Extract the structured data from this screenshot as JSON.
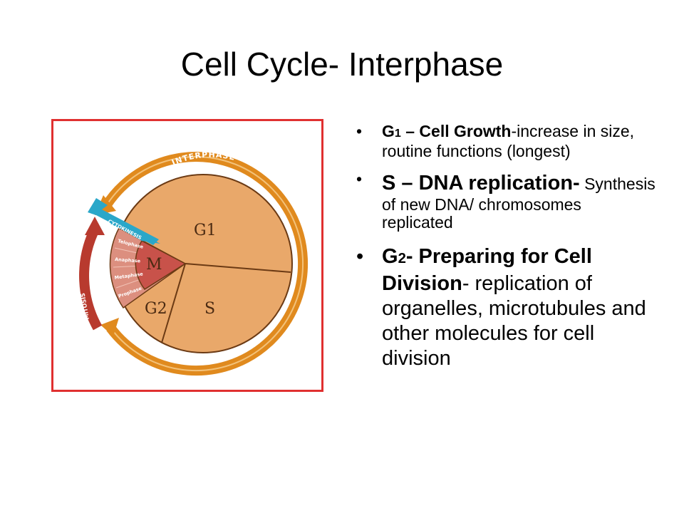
{
  "slide": {
    "title": "Cell Cycle- Interphase"
  },
  "diagram": {
    "ring_label": "INTERPHASE",
    "phase_g1": "G1",
    "phase_s": "S",
    "phase_g2": "G2",
    "phase_m": "M",
    "cytokinesis": "CYTOKINESIS",
    "mitosis": "MITOSIS",
    "mitosis_stages": [
      "Telophase",
      "Anaphase",
      "Metaphase",
      "Prophase"
    ],
    "colors": {
      "frame": "#e03030",
      "ring": "#e08a1e",
      "pie": "#e9a86a",
      "pie_outline": "#6b3a14",
      "mitosis_wedge": "#c8524a",
      "stage_band": "#dc8f7f",
      "cytokinesis": "#2aa7c9",
      "mitosis_arrow": "#b83a2e"
    }
  },
  "bullets": [
    {
      "head": "G",
      "head_sub": "1",
      "head_rest": " – Cell Growth",
      "body": "-increase in size, routine functions (longest)"
    },
    {
      "head": "S – DNA replication-",
      "body": " Synthesis of new DNA/ chromosomes replicated"
    },
    {
      "head": "G",
      "head_sub": "2",
      "head_rest": "- Preparing for Cell Division",
      "body": "- replication of organelles, microtubules and other molecules for cell division"
    }
  ]
}
